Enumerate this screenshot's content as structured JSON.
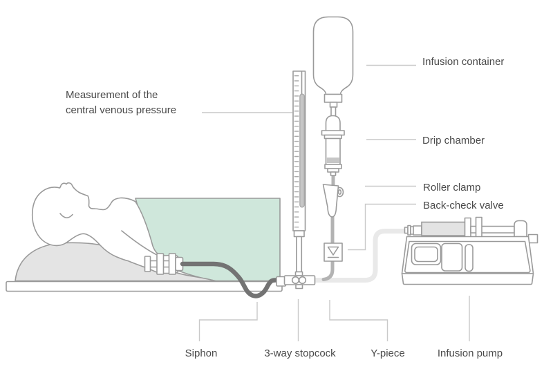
{
  "diagram": {
    "title_label": {
      "line1": "Measurement of the",
      "line2": "central venous pressure"
    },
    "component_labels": {
      "infusion_container": "Infusion container",
      "drip_chamber": "Drip chamber",
      "roller_clamp": "Roller clamp",
      "back_check_valve": "Back-check valve",
      "siphon": "Siphon",
      "three_way_stopcock": "3-way stopcock",
      "y_piece": "Y-piece",
      "infusion_pump": "Infusion pump"
    },
    "colors": {
      "blanket": "#cfe7db",
      "outline": "#9a9a9a",
      "pillow": "#e4e4e4",
      "dark_tube": "#737373",
      "light_tube": "#e9e9e9",
      "medium_tube": "#b3b3b3",
      "leader_line": "#c9c9c9",
      "label_text": "#4a4a4a",
      "liquid_fill": "#c6c6c6",
      "syringe_fill": "#e3e3e3"
    }
  }
}
